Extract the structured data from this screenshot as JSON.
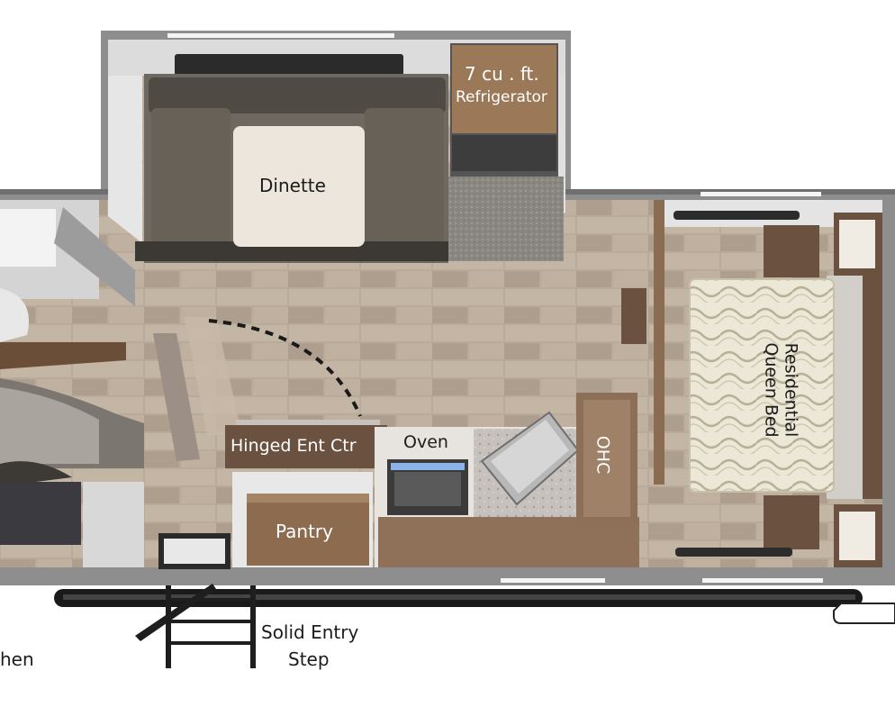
{
  "labels": {
    "refrigerator_line1": "7 cu . ft.",
    "refrigerator_line2": "Refrigerator",
    "dinette": "Dinette",
    "hinged_ent_ctr": "Hinged Ent Ctr",
    "oven": "Oven",
    "ohc": "OHC",
    "pantry": "Pantry",
    "bed_line1": "Residential",
    "bed_line2": "Queen Bed",
    "entry_step_line1": "Solid Entry",
    "entry_step_line2": "Step",
    "kitchen_partial": "hen"
  },
  "colors": {
    "wall": "#8e8e8e",
    "floor": "#b7a797",
    "wood_cabinet": "#8c6a4e",
    "dark_wood": "#5a4636",
    "sofa": "#5e5a52",
    "mattress": "#e9e4d3",
    "carpet": "#8a8682"
  }
}
